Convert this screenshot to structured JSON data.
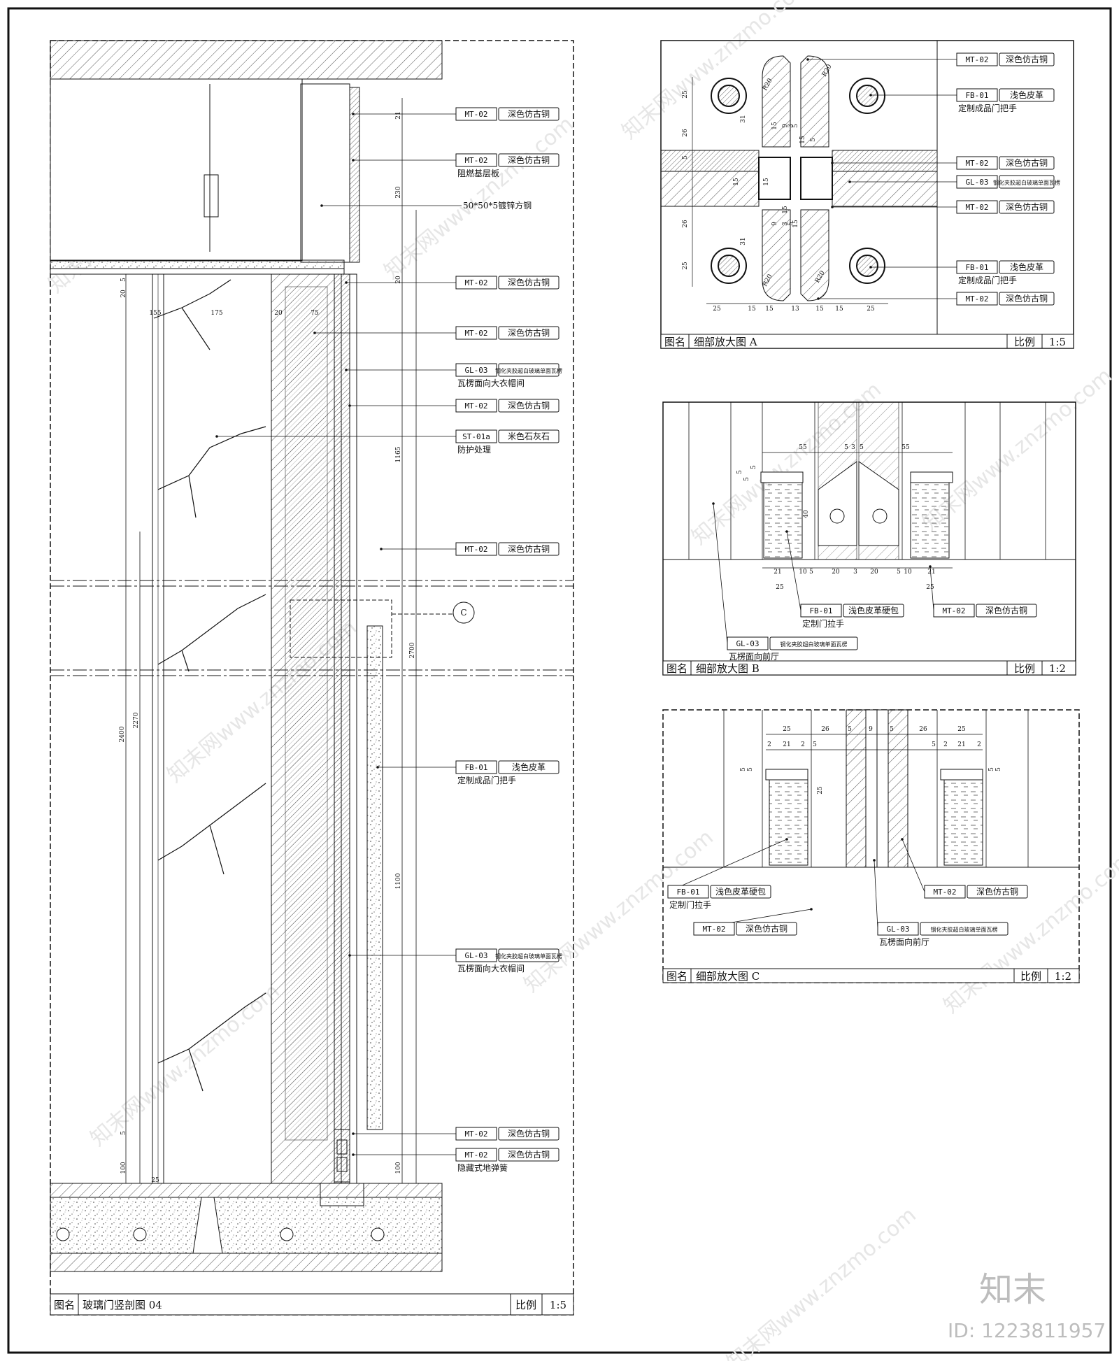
{
  "main_section": {
    "title_label": "图名",
    "title": "玻璃门竖剖图 04",
    "scale_label": "比例",
    "scale": "1:5",
    "callout": "C",
    "annotations": [
      {
        "code": "MT-02",
        "desc": "深色仿古铜"
      },
      {
        "code": "MT-02",
        "desc": "深色仿古铜",
        "note": "阻燃基层板"
      },
      {
        "note": "50*50*5镀锌方钢"
      },
      {
        "code": "MT-02",
        "desc": "深色仿古铜"
      },
      {
        "code": "MT-02",
        "desc": "深色仿古铜"
      },
      {
        "code": "GL-03",
        "desc": "钢化夹胶超白玻璃单面瓦楞",
        "note": "瓦楞面向大衣帽间"
      },
      {
        "code": "MT-02",
        "desc": "深色仿古铜"
      },
      {
        "code": "ST-01a",
        "desc": "米色石灰石",
        "note": "防护处理"
      },
      {
        "code": "MT-02",
        "desc": "深色仿古铜"
      },
      {
        "code": "FB-01",
        "desc": "浅色皮革",
        "note": "定制成品门把手"
      },
      {
        "code": "GL-03",
        "desc": "钢化夹胶超白玻璃单面瓦楞",
        "note": "瓦楞面向大衣帽间"
      },
      {
        "code": "MT-02",
        "desc": "深色仿古铜"
      },
      {
        "code": "MT-02",
        "desc": "深色仿古铜",
        "note": "隐藏式地弹簧"
      }
    ],
    "dims": [
      "5",
      "20",
      "155",
      "175",
      "20",
      "75",
      "21",
      "230",
      "20",
      "1165",
      "2700",
      "2270",
      "2400",
      "1100",
      "5",
      "100",
      "100",
      "25"
    ]
  },
  "detail_a": {
    "title_label": "图名",
    "title": "细部放大图 A",
    "scale_label": "比例",
    "scale": "1:5",
    "annotations": [
      {
        "code": "MT-02",
        "desc": "深色仿古铜"
      },
      {
        "code": "FB-01",
        "desc": "浅色皮革",
        "note": "定制成品门把手"
      },
      {
        "code": "MT-02",
        "desc": "深色仿古铜"
      },
      {
        "code": "GL-03",
        "desc": "钢化夹胶超白玻璃单面瓦楞"
      },
      {
        "code": "MT-02",
        "desc": "深色仿古铜"
      },
      {
        "code": "FB-01",
        "desc": "浅色皮革",
        "note": "定制成品门把手"
      },
      {
        "code": "MT-02",
        "desc": "深色仿古铜"
      }
    ],
    "dims_bottom": [
      "25",
      "15",
      "15",
      "13",
      "15",
      "15",
      "25"
    ],
    "dims_left": [
      "25",
      "26",
      "5",
      "26",
      "25"
    ],
    "dims_center": [
      "31",
      "15",
      "9",
      "3",
      "5",
      "15",
      "5",
      "15",
      "15",
      "15",
      "9",
      "3",
      "5",
      "15",
      "31"
    ],
    "radius_labels": [
      "R20",
      "R20",
      "R20",
      "R20"
    ]
  },
  "detail_b": {
    "title_label": "图名",
    "title": "细部放大图 B",
    "scale_label": "比例",
    "scale": "1:2",
    "annotations": [
      {
        "code": "FB-01",
        "desc": "浅色皮革硬包",
        "note": "定制门拉手"
      },
      {
        "code": "MT-02",
        "desc": "深色仿古铜"
      },
      {
        "code": "GL-03",
        "desc": "钢化夹胶超白玻璃单面瓦楞",
        "note": "瓦楞面向前厅"
      }
    ],
    "dims_top": [
      "55",
      "5",
      "3",
      "5",
      "55"
    ],
    "dims_left": [
      "5",
      "5",
      "5"
    ],
    "dims_bottom": [
      "21",
      "10",
      "5",
      "20",
      "3",
      "20",
      "5",
      "10",
      "21"
    ],
    "dims_bottom2": [
      "25",
      "25"
    ],
    "dims_mid": [
      "40"
    ]
  },
  "detail_c": {
    "title_label": "图名",
    "title": "细部放大图 C",
    "scale_label": "比例",
    "scale": "1:2",
    "annotations": [
      {
        "code": "FB-01",
        "desc": "浅色皮革硬包",
        "note": "定制门拉手"
      },
      {
        "code": "MT-02",
        "desc": "深色仿古铜"
      },
      {
        "code": "MT-02",
        "desc": "深色仿古铜"
      },
      {
        "code": "GL-03",
        "desc": "钢化夹胶超白玻璃单面瓦楞",
        "note": "瓦楞面向前厅"
      }
    ],
    "dims_top": [
      "25",
      "26",
      "5",
      "9",
      "5",
      "26",
      "25"
    ],
    "dims_top2": [
      "2",
      "21",
      "2",
      "5",
      "5",
      "2",
      "21",
      "2"
    ],
    "dims_left": [
      "5",
      "5"
    ],
    "dims_right": [
      "5",
      "5"
    ],
    "dims_mid": [
      "25"
    ]
  },
  "watermark": {
    "brand": "知末",
    "id_text": "ID: 1223811957",
    "site": "知末网www.znzmo.com"
  },
  "colors": {
    "line": "#111111",
    "hatch": "#555555",
    "watermark": "#bdbdbd"
  }
}
